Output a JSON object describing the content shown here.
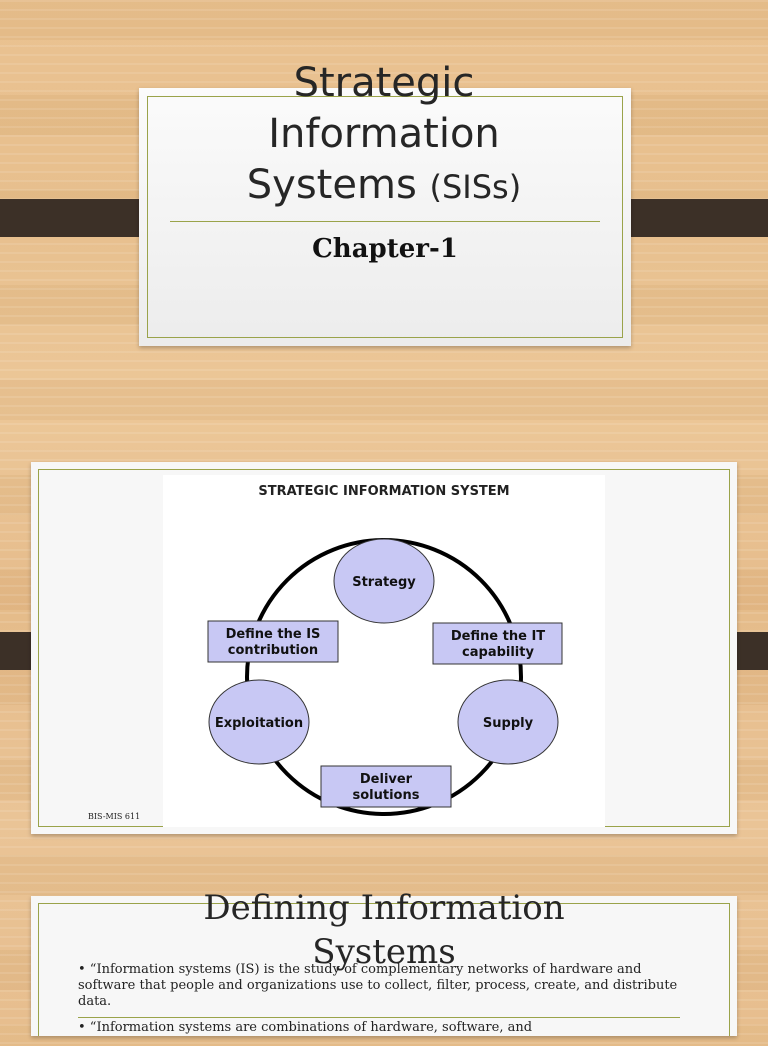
{
  "slide1": {
    "title_line1": "Strategic",
    "title_line2": "Information",
    "title_line3_main": "Systems ",
    "title_line3_small": "(SISs)",
    "subtitle": "Chapter-1"
  },
  "slide2": {
    "diagram": {
      "heading": "STRATEGIC INFORMATION SYSTEM",
      "nodes": {
        "strategy": "Strategy",
        "supply": "Supply",
        "exploitation": "Exploitation"
      },
      "boxes": {
        "define_is_line1": "Define the IS",
        "define_is_line2": "contribution",
        "define_it_line1": "Define the IT",
        "define_it_line2": "capability",
        "deliver_line1": "Deliver",
        "deliver_line2": "solutions"
      }
    },
    "footer": "BIS-MIS 611"
  },
  "slide3": {
    "title_line1": "Defining Information",
    "title_line2": "Systems",
    "bullets": [
      "• “Information systems (IS) is the study of complementary networks of hardware and software that people and organizations use to collect, filter, process, create, and distribute data.",
      "• “Information systems are combinations of hardware, software, and"
    ]
  },
  "colors": {
    "accent_green": "#9aa34a",
    "bar_dark": "#3c3027",
    "node_fill": "#c8c8f4",
    "node_stroke": "#333333"
  }
}
